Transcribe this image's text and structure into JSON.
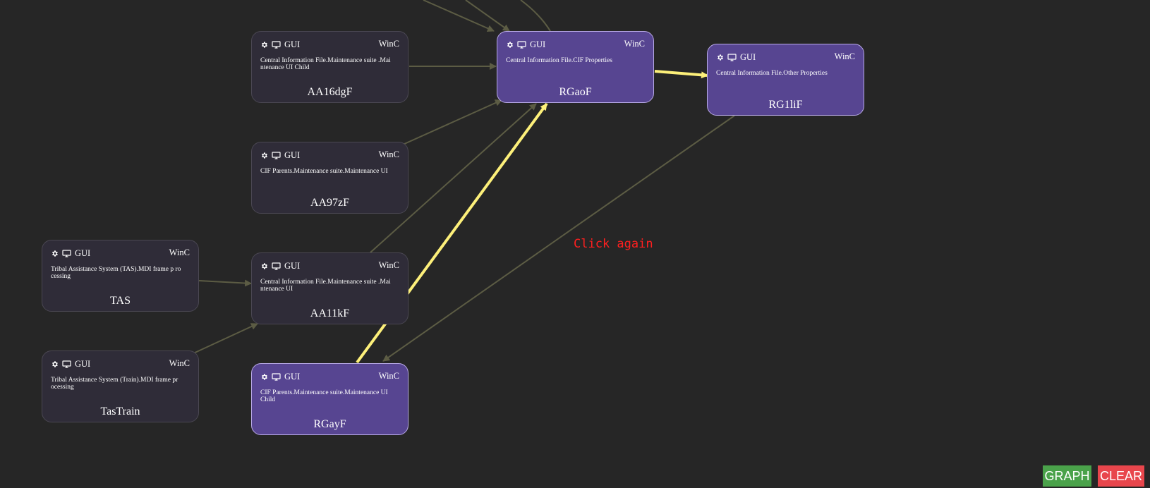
{
  "nodes": [
    {
      "id": "AA16dgF",
      "type": "GUI",
      "kind": "WinC",
      "path": "Central Information File.Maintenance suite .Maintenance UI Child",
      "selected": false
    },
    {
      "id": "AA97zF",
      "type": "GUI",
      "kind": "WinC",
      "path": "CIF Parents.Maintenance suite.Maintenance UI",
      "selected": false
    },
    {
      "id": "TAS",
      "type": "GUI",
      "kind": "WinC",
      "path": "Tribal Assistance System (TAS).MDI frame p rocessing",
      "selected": false
    },
    {
      "id": "AA11kF",
      "type": "GUI",
      "kind": "WinC",
      "path": "Central Information File.Maintenance suite .Maintenance UI",
      "selected": false
    },
    {
      "id": "TasTrain",
      "type": "GUI",
      "kind": "WinC",
      "path": "Tribal Assistance System (Train).MDI frame processing",
      "selected": false
    },
    {
      "id": "RGayF",
      "type": "GUI",
      "kind": "WinC",
      "path": "CIF Parents.Maintenance suite.Maintenance UI Child",
      "selected": true
    },
    {
      "id": "RGaoF",
      "type": "GUI",
      "kind": "WinC",
      "path": "Central Information File.CIF Properties",
      "selected": true
    },
    {
      "id": "RG1liF",
      "type": "GUI",
      "kind": "WinC",
      "path": "Central Information File.Other Properties",
      "selected": true
    }
  ],
  "message": "Click again",
  "buttons": {
    "graph": "GRAPH",
    "clear": "CLEAR"
  },
  "colors": {
    "edge": "#5c5c44",
    "highlight": "#fdf07a",
    "selected_node": "#574591",
    "node": "#2f2c38"
  }
}
